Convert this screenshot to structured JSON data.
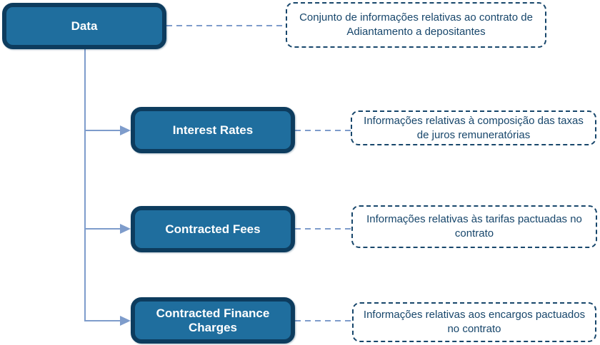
{
  "diagram": {
    "root": {
      "label": "Data",
      "annotation": "Conjunto de informações relativas ao contrato de Adiantamento a depositantes"
    },
    "children": [
      {
        "label": "Interest Rates",
        "annotation": "Informações relativas à composição das taxas de juros remuneratórias"
      },
      {
        "label": "Contracted Fees",
        "annotation": "Informações relativas às tarifas pactuadas no contrato"
      },
      {
        "label": "Contracted Finance Charges",
        "annotation": "Informações relativas aos encargos pactuados no contrato"
      }
    ]
  },
  "colors": {
    "node_fill": "#1F6E9E",
    "node_border": "#0D3C5E",
    "node_text": "#FFFFFF",
    "connector": "#7E9CCB",
    "annotation_border": "#17466B",
    "annotation_text": "#17466B",
    "background": "#FFFFFF"
  }
}
